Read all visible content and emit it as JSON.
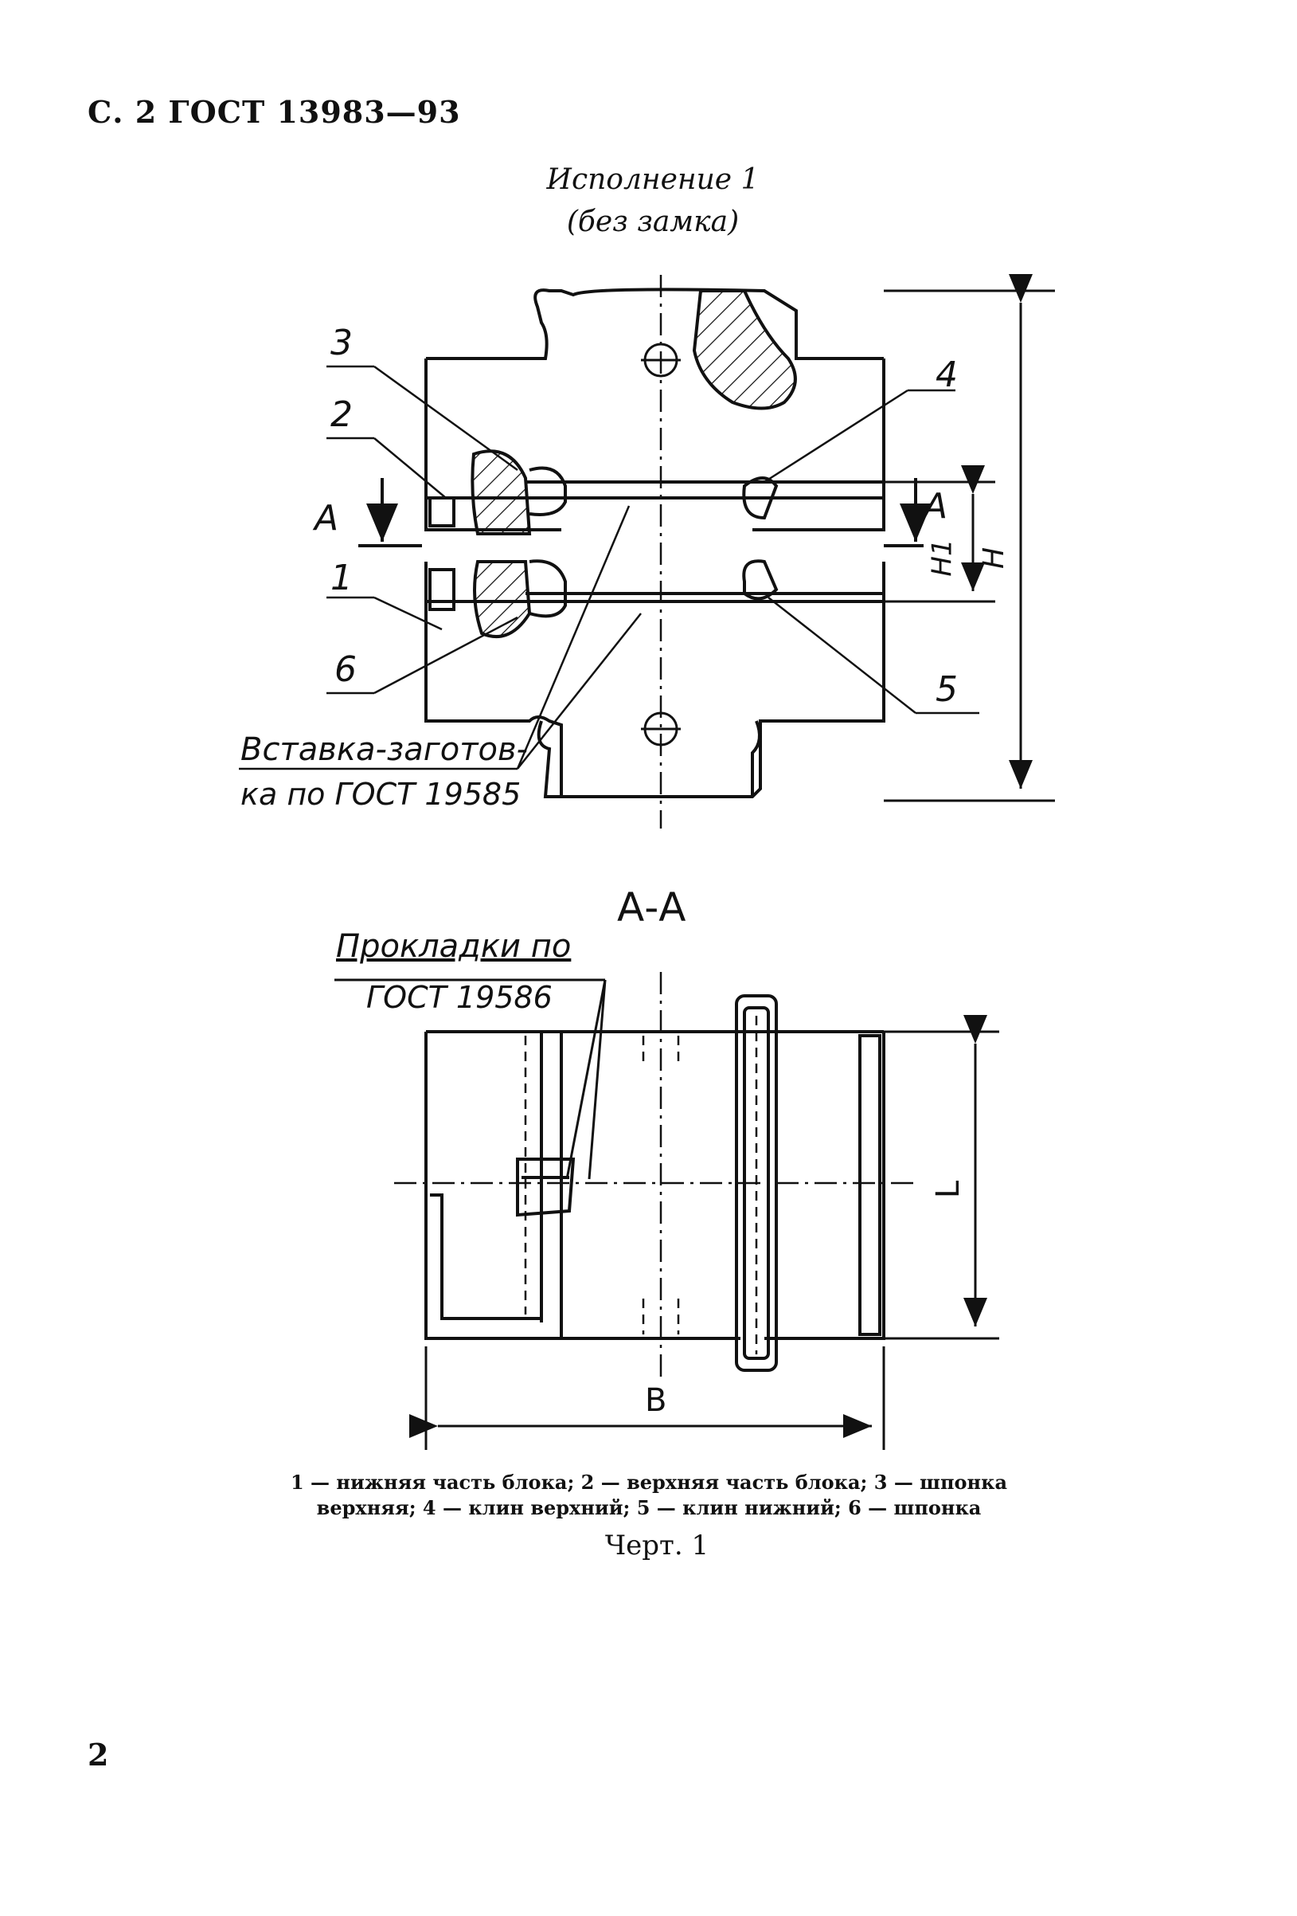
{
  "header": {
    "text": "С. 2 ГОСТ 13983—93"
  },
  "execution": {
    "title": "Исполнение 1",
    "subtitle": "(без замка)"
  },
  "labels": {
    "n1": "1",
    "n2": "2",
    "n3": "3",
    "n4": "4",
    "n5": "5",
    "n6": "6",
    "sect_left": "А",
    "sect_right": "А",
    "dim_h1": "H1",
    "dim_h": "H",
    "dim_l": "L",
    "dim_b": "B",
    "insert_line1": "Вставка-заготов-",
    "insert_line2": "ка по ГОСТ 19585",
    "section_title": "А-А",
    "gasket_line1": "Прокладки по",
    "gasket_line2": "ГОСТ 19586"
  },
  "legend": {
    "line1": "1 — нижняя часть блока; 2 — верхняя часть блока; 3 — шпонка",
    "line2": "верхняя; 4 — клин верхний; 5 — клин нижний; 6 — шпонка"
  },
  "figure": {
    "caption": "Черт. 1"
  },
  "page": {
    "number": "2"
  }
}
